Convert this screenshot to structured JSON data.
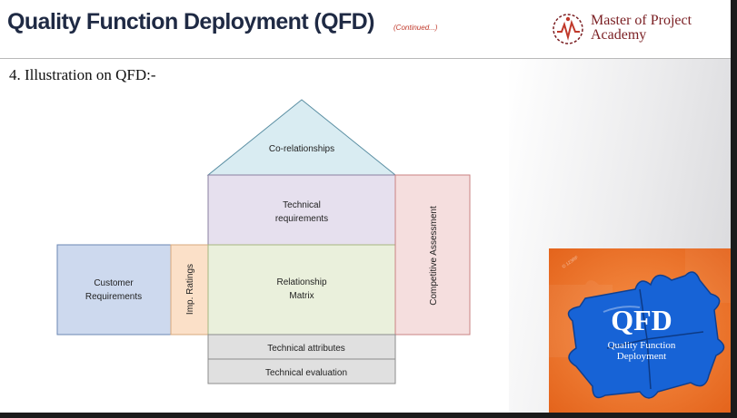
{
  "header": {
    "title": "Quality Function Deployment (QFD)",
    "subtitle": "(Continued...)"
  },
  "logo": {
    "line1": "Master of Project",
    "line2": "Academy",
    "icon": "academy-logo-icon"
  },
  "section": {
    "heading": "4.  Illustration on QFD:-"
  },
  "diagram": {
    "roof_label": "Co-relationships",
    "tech_req_line1": "Technical",
    "tech_req_line2": "requirements",
    "customer_line1": "Customer",
    "customer_line2": "Requirements",
    "importance_label": "Imp. Ratings",
    "matrix_line1": "Relationship",
    "matrix_line2": "Matrix",
    "competitive_label": "Competitive Assessment",
    "tech_attributes": "Technical attributes",
    "tech_evaluation": "Technical evaluation"
  },
  "promo": {
    "big_text": "QFD",
    "line1": "Quality Function",
    "line2": "Deployment",
    "watermark": "© 123RF"
  },
  "colors": {
    "title": "#1f2a44",
    "subtitle": "#c0392b",
    "logo": "#7a1e22",
    "roof_fill": "#d9ecf2",
    "tech_req_fill": "#e6e0ee",
    "customer_fill": "#cdd9ee",
    "importance_fill": "#fbe0c8",
    "matrix_fill": "#eaf0dc",
    "competitive_fill": "#f5dede",
    "bottom_rows_fill": "#e0e0e0",
    "promo_orange": "#f0752a",
    "promo_blue": "#1763d6"
  }
}
